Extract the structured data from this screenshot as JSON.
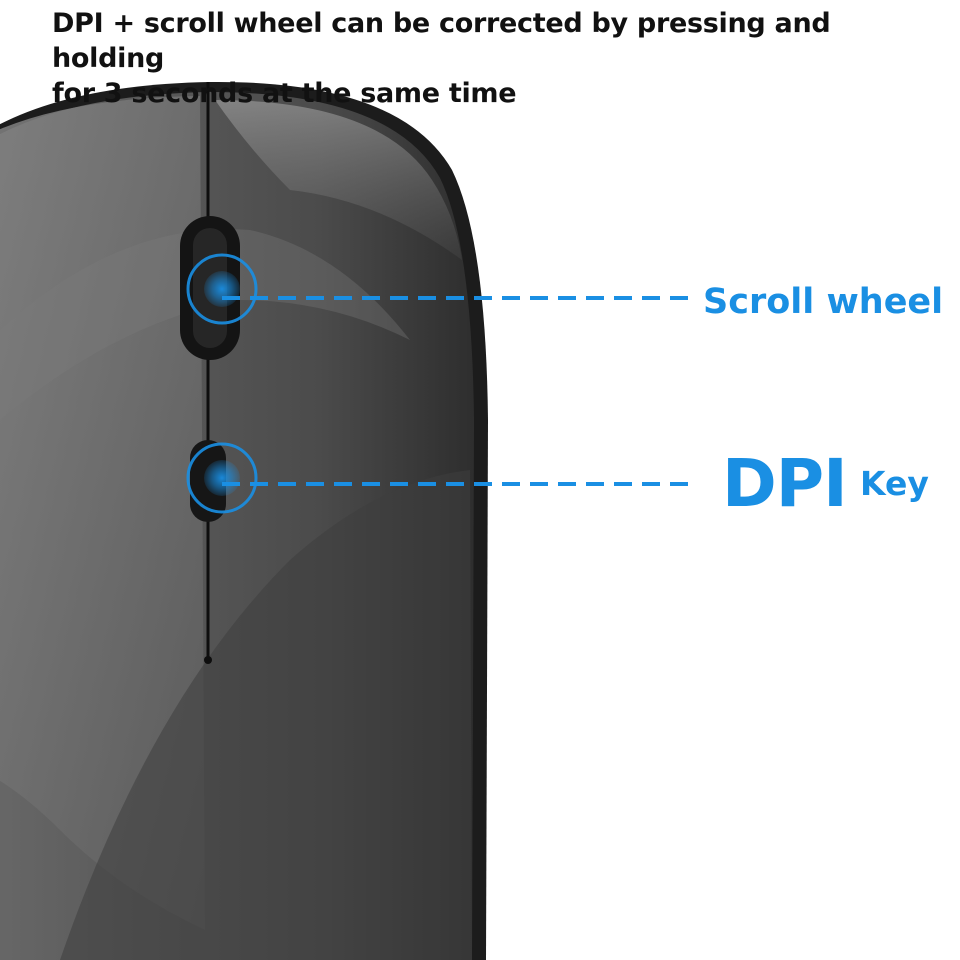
{
  "headline": {
    "line1": "DPI + scroll wheel can be corrected by pressing and holding",
    "line2": "for 3 seconds at the same time"
  },
  "callouts": {
    "scroll_wheel": "Scroll wheel",
    "dpi_main": "DPI",
    "dpi_sub": "Key"
  },
  "colors": {
    "accent": "#1a8fe3",
    "mouse_body": "#4a4a4a",
    "mouse_edge": "#1c1c1c",
    "text": "#111111"
  },
  "icons": {
    "product": "wireless-mouse",
    "highlight": "target-ring"
  }
}
